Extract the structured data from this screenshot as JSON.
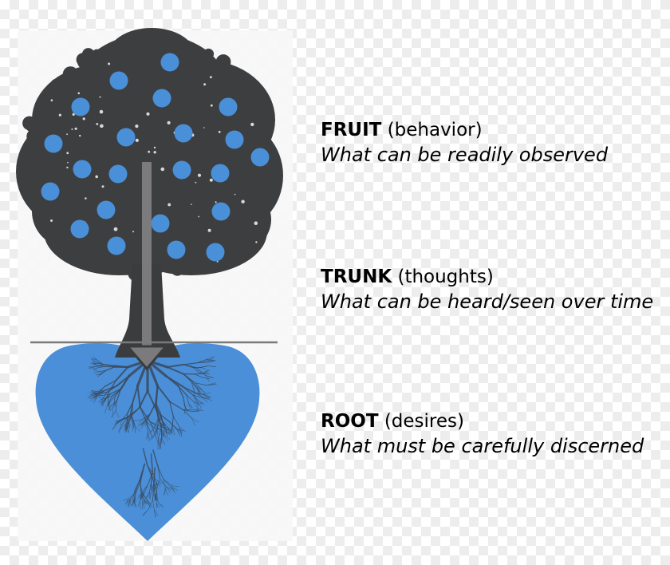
{
  "colors": {
    "foliage": "#3d3e40",
    "trunk": "#3b3c3e",
    "fruit": "#4a90d9",
    "heart": "#4a8fd8",
    "roots": "#3a4a5e",
    "arrow": "#7b7b7d",
    "ground_line": "#7a7a7a",
    "text": "#000000"
  },
  "labels": [
    {
      "key": "fruit",
      "heading": "FRUIT",
      "qualifier": "(behavior)",
      "description": "What can be readily observed"
    },
    {
      "key": "trunk",
      "heading": "TRUNK",
      "qualifier": "(thoughts)",
      "description": "What can be heard/seen over time"
    },
    {
      "key": "root",
      "heading": "ROOT",
      "qualifier": "(desires)",
      "description": "What must be carefully discerned"
    }
  ],
  "icons": {
    "tree": "tree-icon",
    "heart": "heart-icon",
    "arrow": "arrow-down-icon"
  }
}
